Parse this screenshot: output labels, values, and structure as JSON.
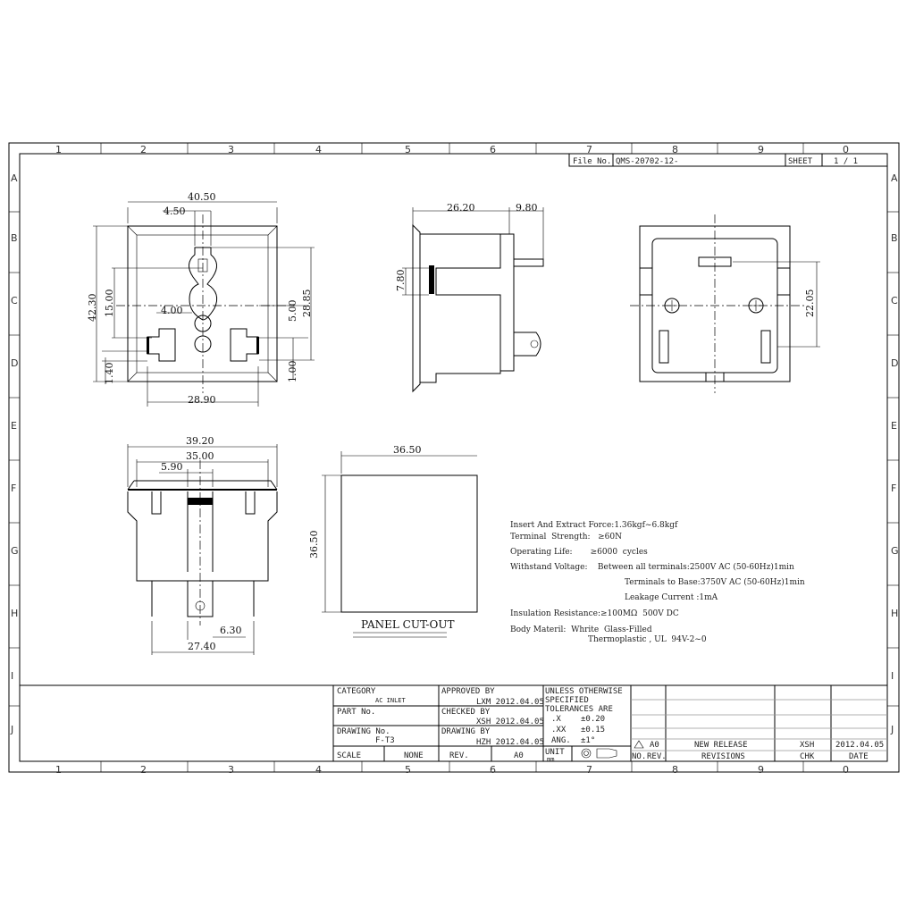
{
  "grid": {
    "columns": [
      "1",
      "2",
      "3",
      "4",
      "5",
      "6",
      "7",
      "8",
      "9",
      "0"
    ],
    "rows": [
      "A",
      "B",
      "C",
      "D",
      "E",
      "F",
      "G",
      "H",
      "I",
      "J"
    ]
  },
  "header": {
    "file_no_label": "File No.",
    "file_no": "QMS-20702-12-",
    "sheet_label": "SHEET",
    "sheet": "1 / 1"
  },
  "front_view": {
    "width": "40.50",
    "pin_width": "4.50",
    "height": "42.30",
    "pitch": "15.00",
    "diameter": "4.00",
    "offset": "5.00",
    "span": "28.85",
    "bottom_left": "1.40",
    "bottom_right": "1.00",
    "terminal_span": "28.90"
  },
  "side_view": {
    "depth": "26.20",
    "pin_length": "9.80",
    "thickness": "7.80"
  },
  "rear_view": {
    "height": "22.05"
  },
  "bottom_view": {
    "width": "39.20",
    "inner_width": "35.00",
    "offset": "5.90",
    "tab": "6.30",
    "pin_span": "27.40"
  },
  "panel_cutout": {
    "width": "36.50",
    "height": "36.50",
    "label": "PANEL CUT-OUT"
  },
  "specs": [
    "Insert And Extract Force:1.36kgf~6.8kgf",
    "Terminal  Strength:   ≥60N",
    "Operating Life:       ≥6000  cycles",
    "Withstand Voltage:    Between all terminals:2500V AC (50-60Hz)1min",
    "Terminals to Base:3750V AC (50-60Hz)1min",
    "Leakage Current :1mA",
    "Insulation Resistance:≥100MΩ  500V DC",
    "Body Materil:  Whrite  Glass-Filled",
    "Thermoplastic , UL  94V-2~0"
  ],
  "title_block": {
    "category_label": "CATEGORY",
    "category": "AC INLET",
    "part_no_label": "PART No.",
    "drawing_no_label": "DRAWING No.",
    "drawing_no": "F-T3",
    "scale_label": "SCALE",
    "scale": "NONE",
    "rev_label": "REV.",
    "rev": "A0",
    "approved_label": "APPROVED BY",
    "approved": "LXM 2012.04.05",
    "checked_label": "CHECKED BY",
    "checked": "XSH 2012.04.05",
    "drawn_label": "DRAWING BY",
    "drawn": "HZH 2012.04.05",
    "tolerance_heading": [
      "UNLESS OTHERWISE",
      "SPECIFIED",
      "TOLERANCES ARE"
    ],
    "tolerances": [
      {
        "label": ".X",
        "value": "±0.20"
      },
      {
        "label": ".XX",
        "value": "±0.15"
      },
      {
        "label": "ANG.",
        "value": "±1°"
      }
    ],
    "unit_label": "UNIT",
    "unit": "mm"
  },
  "revisions": {
    "headers": {
      "no": "NO.",
      "rev": "REV.",
      "desc": "REVISIONS",
      "chk": "CHK",
      "date": "DATE"
    },
    "rows": [
      {
        "rev": "A0",
        "desc": "NEW RELEASE",
        "chk": "XSH",
        "date": "2012.04.05"
      }
    ]
  }
}
